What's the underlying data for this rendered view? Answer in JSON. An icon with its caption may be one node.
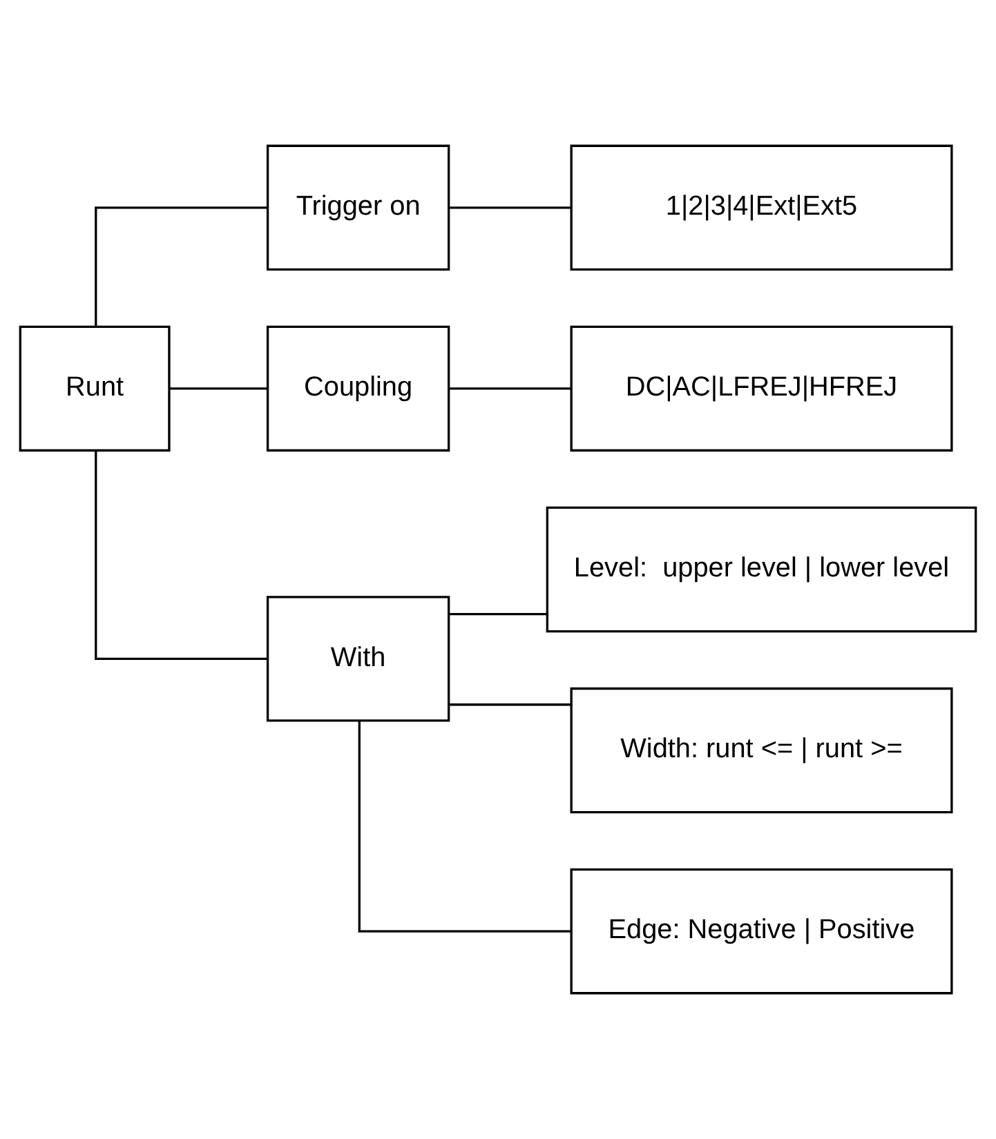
{
  "diagram": {
    "nodes": [
      {
        "text": [
          "Runt"
        ]
      },
      {
        "text": [
          "Trigger on"
        ]
      },
      {
        "text": [
          "1|2|3|4|Ext|Ext5"
        ]
      },
      {
        "text": [
          "Coupling"
        ]
      },
      {
        "text": [
          "DC|AC|LFREJ|HFREJ"
        ]
      },
      {
        "text": [
          "With"
        ]
      },
      {
        "text": [
          "Level:  upper level | lower level"
        ]
      },
      {
        "text": [
          "Width: runt <= | runt >="
        ]
      },
      {
        "text": [
          "Edge: Negative | Positive"
        ]
      }
    ],
    "edges": [
      {
        "from": 0,
        "to": 1,
        "arrow": "none"
      },
      {
        "from": 1,
        "to": 2,
        "arrow": "none"
      },
      {
        "from": 0,
        "to": 3,
        "arrow": "none"
      },
      {
        "from": 3,
        "to": 4,
        "arrow": "none"
      },
      {
        "from": 0,
        "to": 5,
        "arrow": "none"
      },
      {
        "from": 5,
        "to": 6,
        "arrow": "none"
      },
      {
        "from": 5,
        "to": 7,
        "arrow": "none"
      },
      {
        "from": 5,
        "to": 8,
        "arrow": "none"
      }
    ]
  }
}
